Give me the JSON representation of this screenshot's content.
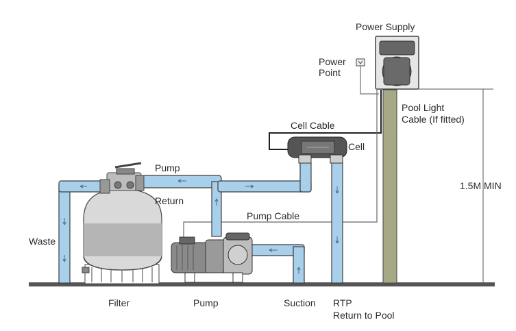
{
  "labels": {
    "power_supply": "Power Supply",
    "power_point_line1": "Power",
    "power_point_line2": "Point",
    "pool_light_line1": "Pool Light",
    "pool_light_line2": "Cable (If fitted)",
    "cell_cable": "Cell Cable",
    "cell": "Cell",
    "pump_top": "Pump",
    "return": "Return",
    "pump_cable": "Pump Cable",
    "height": "1.5M MIN",
    "waste": "Waste",
    "filter": "Filter",
    "pump_bottom": "Pump",
    "suction": "Suction",
    "rtp": "RTP",
    "return_to_pool": "Return to Pool"
  },
  "colors": {
    "pipe_fill": "#a9d0ea",
    "pipe_stroke": "#3d3d3d",
    "post": "#a6a886",
    "ground": "#555555",
    "filter_band": "#b5b5b5",
    "filter_light": "#d9d9d9",
    "equipment_dark": "#4a4a4a"
  }
}
